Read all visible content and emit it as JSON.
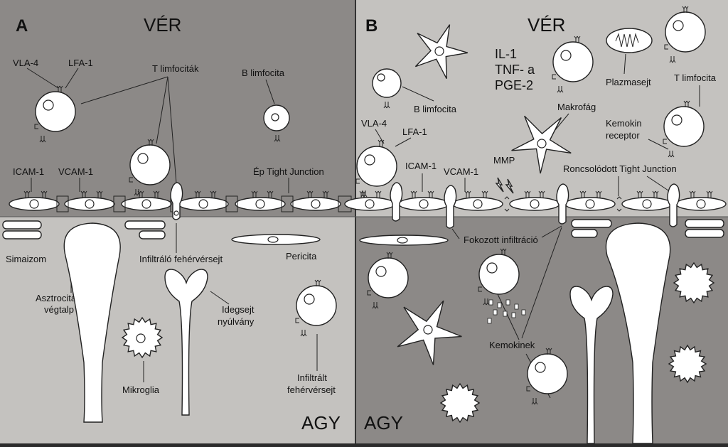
{
  "panels": {
    "A": {
      "letter": "A",
      "blood": "VÉR",
      "brain": "AGY",
      "labels": {
        "vla4": "VLA-4",
        "lfa1": "LFA-1",
        "t_lymphocytes": "T limfociták",
        "b_lymphocyte": "B limfocita",
        "icam1": "ICAM-1",
        "vcam1": "VCAM-1",
        "intact_tj": "Ép Tight Junction",
        "smooth_muscle": "Simaizom",
        "infiltrating_leukocyte": "Infiltráló fehérvérsejt",
        "pericyte": "Pericita",
        "astrocyte_1": "Asztrocita",
        "astrocyte_2": "végtalp",
        "neuron_1": "Idegsejt",
        "neuron_2": "nyúlvány",
        "microglia": "Mikroglia",
        "infiltrated_1": "Infiltrált",
        "infiltrated_2": "fehérvérsejt"
      }
    },
    "B": {
      "letter": "B",
      "blood": "VÉR",
      "brain": "AGY",
      "labels": {
        "cytokine_1": "IL-1",
        "cytokine_2": "TNF- a",
        "cytokine_3": "PGE-2",
        "plasma_cell": "Plazmasejt",
        "t_lymphocyte": "T limfocita",
        "b_lymphocyte": "B limfocita",
        "macrophage": "Makrofág",
        "chemokine_receptor_1": "Kemokin",
        "chemokine_receptor_2": "receptor",
        "vla4": "VLA-4",
        "lfa1": "LFA-1",
        "mmp": "MMP",
        "icam1": "ICAM-1",
        "vcam1": "VCAM-1",
        "damaged_tj": "Roncsolódott Tight Junction",
        "increased_infiltration": "Fokozott infiltráció",
        "chemokines": "Kemokinek"
      }
    }
  },
  "colors": {
    "panelA_blood": "#8c8987",
    "panelA_brain": "#c4c2bf",
    "panelB_blood": "#c4c2bf",
    "panelB_brain": "#8c8987",
    "cell": "#ffffff",
    "outline": "#222222"
  }
}
